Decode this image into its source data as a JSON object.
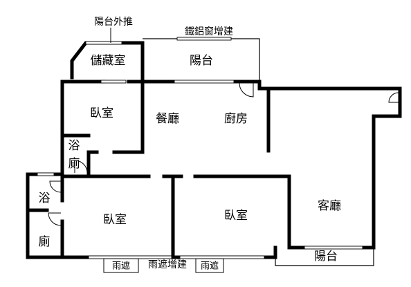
{
  "rooms": {
    "storage": "儲藏室",
    "balcony_top": "陽台",
    "bedroom_top": "臥室",
    "dining": "餐廳",
    "kitchen": "廚房",
    "bath_upper_1": "浴",
    "bath_upper_2": "廁",
    "bath_lower_1": "浴",
    "bath_lower_2": "廁",
    "bedroom_lower_left": "臥室",
    "bedroom_lower_mid": "臥室",
    "living": "客廳",
    "balcony_bottom": "陽台"
  },
  "notes": {
    "balcony_push_out": "陽台外推",
    "aluminum_window_addition": "鐵鋁窗增建",
    "canopy_addition": "雨遮增建",
    "canopy_left": "雨遮",
    "canopy_right": "雨遮"
  }
}
